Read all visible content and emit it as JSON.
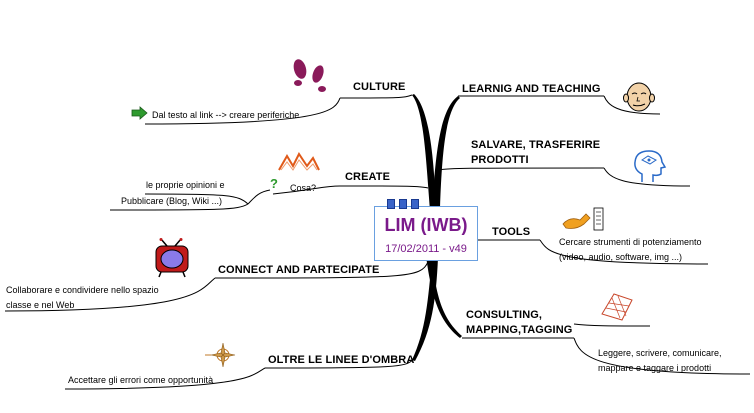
{
  "center": {
    "title": "LIM (IWB)",
    "date": "17/02/2011 - v49"
  },
  "branches": {
    "culture": {
      "label": "CULTURE",
      "sub": "Dal testo al link --> creare periferiche"
    },
    "create": {
      "label": "CREATE",
      "question": "Cosa?",
      "sub": "le proprie opinioni e",
      "sub2": "Pubblicare (Blog, Wiki ...)"
    },
    "connect": {
      "label": "CONNECT AND PARTECIPATE",
      "sub": "Collaborare e condividere nello spazio\nclasse e nel Web"
    },
    "oltre": {
      "label": "OLTRE LE LINEE D'OMBRA",
      "sub": "Accettare gli errori come opportunità"
    },
    "learning": {
      "label": "LEARNIG AND TEACHING"
    },
    "salvare": {
      "label": "SALVARE, TRASFERIRE\nPRODOTTI"
    },
    "tools": {
      "label": "TOOLS",
      "sub": "Cercare strumenti di potenziamento\n(video, audio, software, img ...)"
    },
    "consulting": {
      "label": "CONSULTING,\nMAPPING,TAGGING",
      "sub": "Leggere, scrivere, comunicare,\nmappare e taggare i prodotti"
    }
  },
  "colors": {
    "line": "#000000",
    "frame": "#6aa0e0",
    "title": "#7a1a8a",
    "arrow": "#2e9a2e",
    "tab": "#3a64c8"
  },
  "icons": [
    "footprints-icon",
    "mountain-icon",
    "question-icon",
    "tv-icon",
    "compass-rose-icon",
    "arrow-right-icon",
    "face-icon",
    "head-icon",
    "tools-icon",
    "map-sketch-icon"
  ]
}
